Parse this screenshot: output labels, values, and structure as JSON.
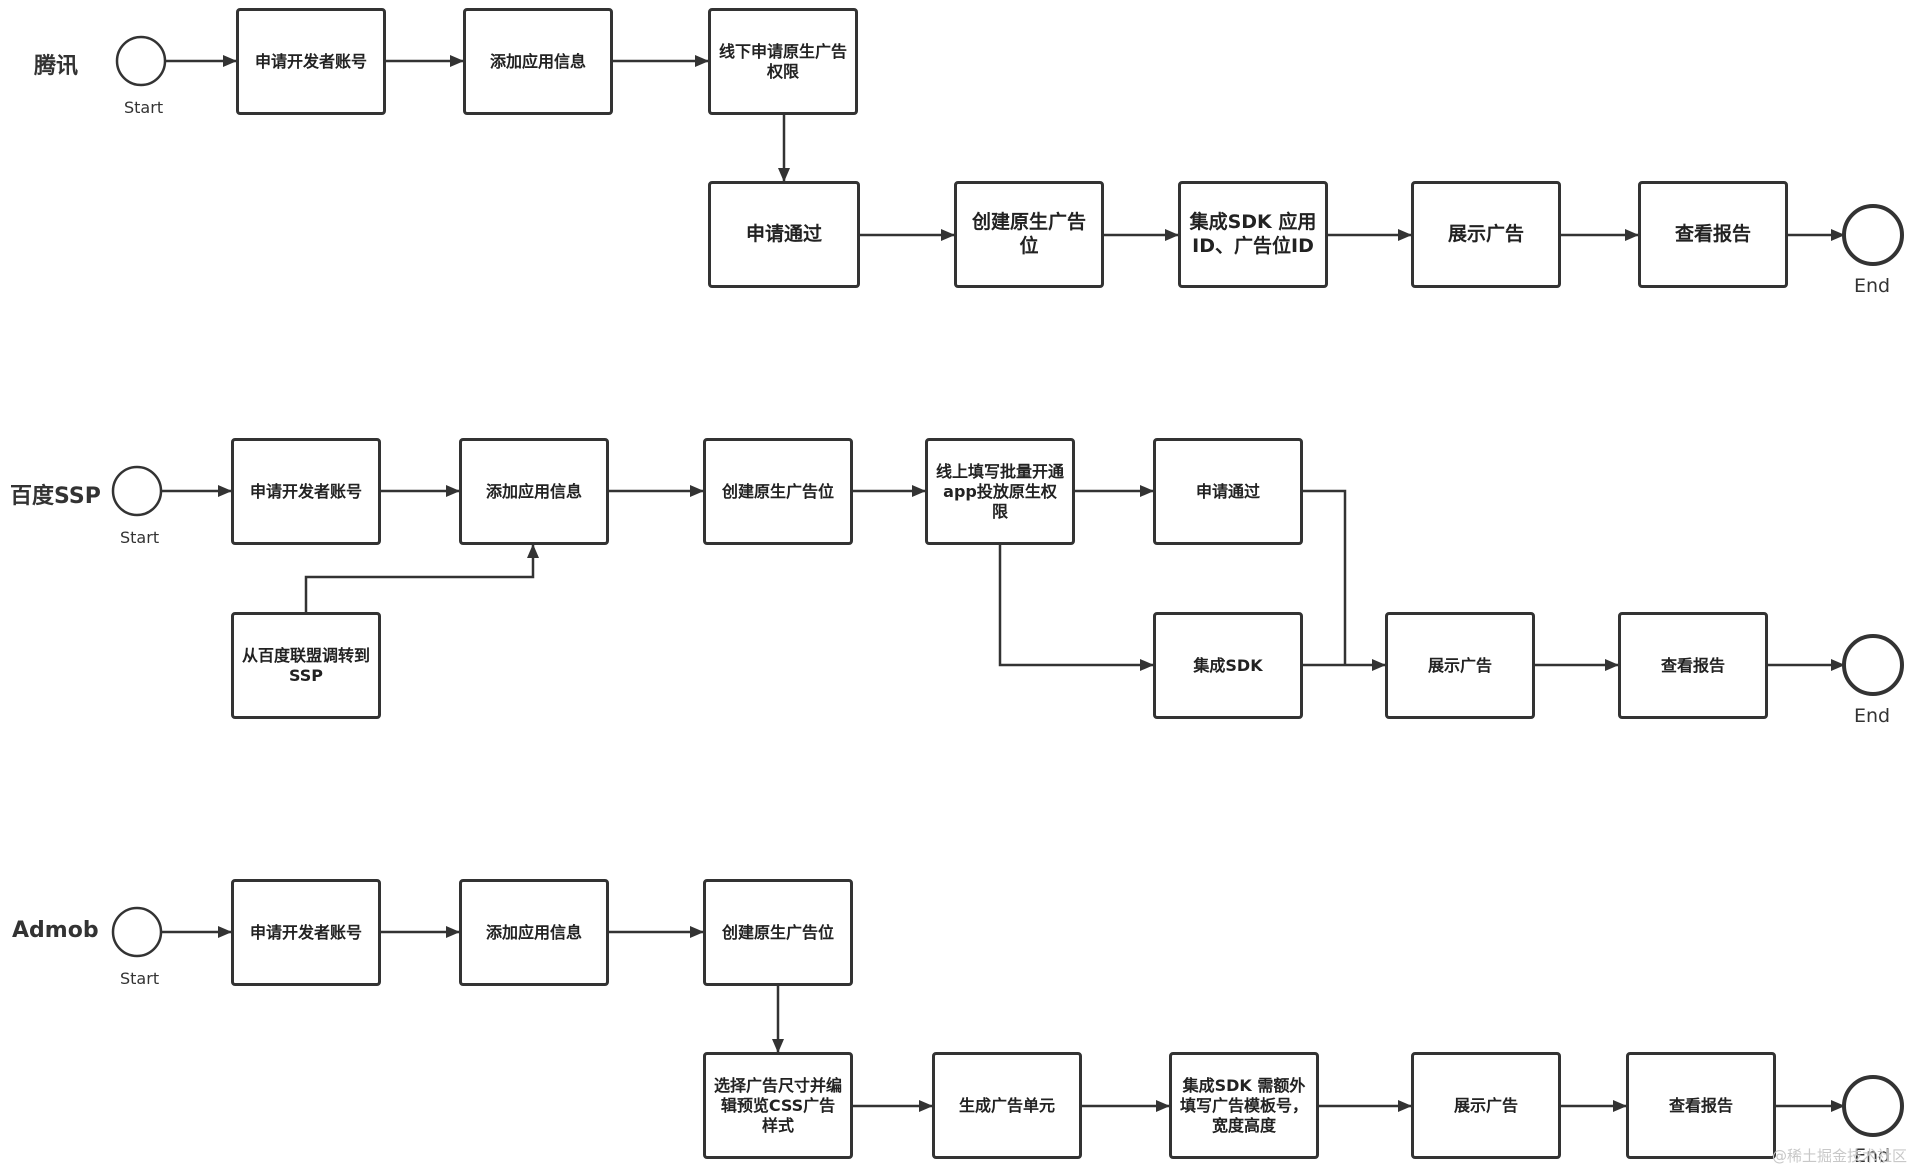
{
  "colors": {
    "stroke": "#333333",
    "text": "#222222",
    "watermark": "#c8c8c8",
    "background": "#ffffff"
  },
  "lanes": {
    "tencent": {
      "label": "腾讯",
      "start": "Start",
      "end": "End",
      "apply_account": "申请开发者账号",
      "add_app": "添加应用信息",
      "offline_apply": "线下申请原生广告权限",
      "approved": "申请通过",
      "create_slot": "创建原生广告位",
      "integrate_sdk": "集成SDK 应用ID、广告位ID",
      "show_ad": "展示广告",
      "view_report": "查看报告"
    },
    "baidu": {
      "label": "百度SSP",
      "start": "Start",
      "end": "End",
      "apply_account": "申请开发者账号",
      "add_app": "添加应用信息",
      "redirect": "从百度联盟调转到SSP",
      "create_slot": "创建原生广告位",
      "online_apply": "线上填写批量开通app投放原生权限",
      "approved": "申请通过",
      "integrate_sdk": "集成SDK",
      "show_ad": "展示广告",
      "view_report": "查看报告"
    },
    "admob": {
      "label": "Admob",
      "start": "Start",
      "end": "End",
      "apply_account": "申请开发者账号",
      "add_app": "添加应用信息",
      "create_slot": "创建原生广告位",
      "select_size": "选择广告尺寸并编辑预览CSS广告样式",
      "gen_unit": "生成广告单元",
      "integrate_sdk": "集成SDK 需额外填写广告模板号，宽度高度",
      "show_ad": "展示广告",
      "view_report": "查看报告"
    }
  },
  "watermark": "@稀土掘金技术社区"
}
